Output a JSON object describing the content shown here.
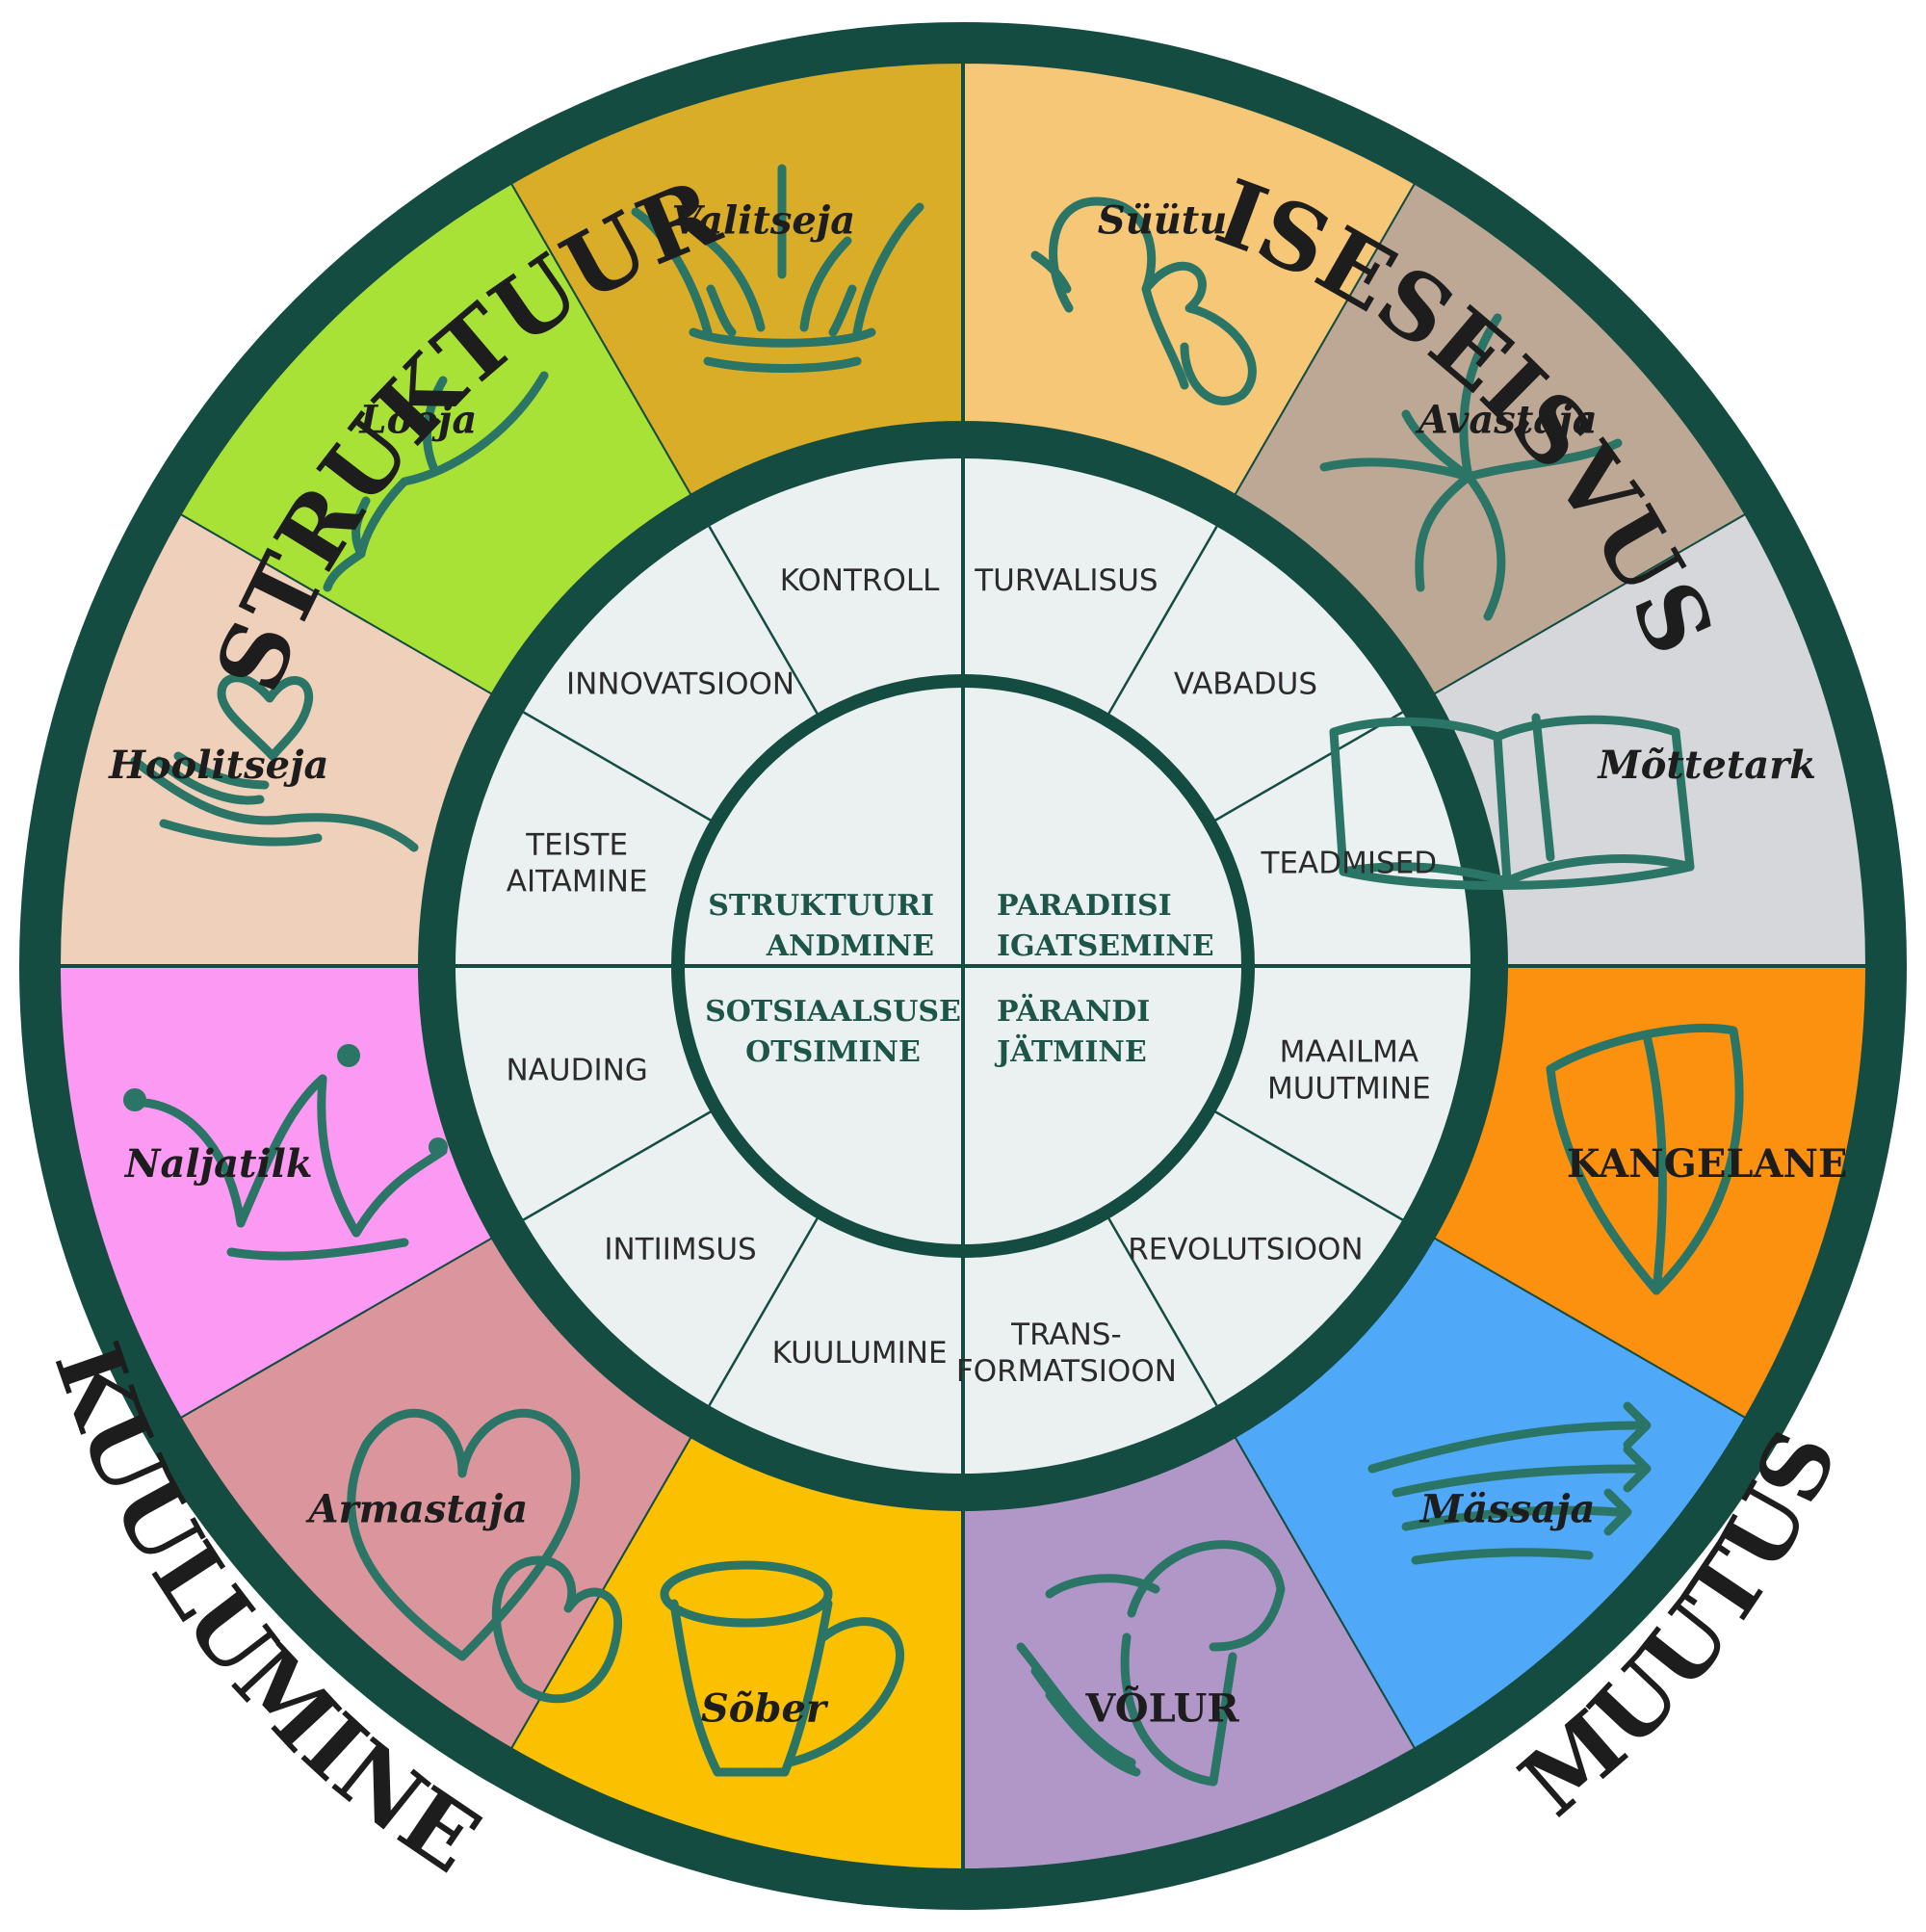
{
  "corner_titles": {
    "top_left": "STRUKTUUR",
    "top_right": "ISESEISVUS",
    "bottom_left": "KUULUMINE",
    "bottom_right": "MUUTUS"
  },
  "core": [
    {
      "lines": [
        "STRUKTUURI",
        "ANDMINE"
      ]
    },
    {
      "lines": [
        "PARADIISI",
        "IGATSEMINE"
      ]
    },
    {
      "lines": [
        "SOTSIAALSUSE",
        "OTSIMINE"
      ]
    },
    {
      "lines": [
        "PÄRANDI",
        "JÄTMINE"
      ]
    }
  ],
  "segments": [
    {
      "archetype": "Süütu",
      "need": [
        "TURVALISUS"
      ],
      "color": "#f5c776",
      "icon": "butterfly-icon"
    },
    {
      "archetype": "Avastaja",
      "need": [
        "VABADUS"
      ],
      "color": "#bda896",
      "icon": "starfish-icon"
    },
    {
      "archetype": "Mõttetark",
      "need": [
        "TEADMISED"
      ],
      "color": "#d5d7db",
      "icon": "open-book-icon"
    },
    {
      "archetype": "KANGELANE",
      "need": [
        "MAAILMA",
        "MUUTMINE"
      ],
      "color": "#fc900f",
      "icon": "shield-icon"
    },
    {
      "archetype": "Mässaja",
      "need": [
        "REVOLUTSIOON"
      ],
      "color": "#4fa9f8",
      "icon": "arrows-icon"
    },
    {
      "archetype": "VÕLUR",
      "need": [
        "TRANS-",
        "FORMATSIOON"
      ],
      "color": "#b196c8",
      "icon": "magic-hat-icon"
    },
    {
      "archetype": "Sõber",
      "need": [
        "KUULUMINE"
      ],
      "color": "#fbc100",
      "icon": "cup-icon"
    },
    {
      "archetype": "Armastaja",
      "need": [
        "INTIIMSUS"
      ],
      "color": "#da969c",
      "icon": "hearts-icon"
    },
    {
      "archetype": "Naljatilk",
      "need": [
        "NAUDING"
      ],
      "color": "#fc99f2",
      "icon": "jester-hat-icon"
    },
    {
      "archetype": "Hoolitseja",
      "need": [
        "TEISTE",
        "AITAMINE"
      ],
      "color": "#efd0bb",
      "icon": "caring-hand-icon"
    },
    {
      "archetype": "Looja",
      "need": [
        "INNOVATSIOON"
      ],
      "color": "#a9e236",
      "icon": "pen-nib-icon"
    },
    {
      "archetype": "Valitseja",
      "need": [
        "KONTROLL"
      ],
      "color": "#d9ad27",
      "icon": "crown-icon"
    }
  ],
  "colors": {
    "ring": "#154c42",
    "inner_fill": "#ebf1f0",
    "icon": "#2a7566",
    "divider": "#154c42"
  }
}
